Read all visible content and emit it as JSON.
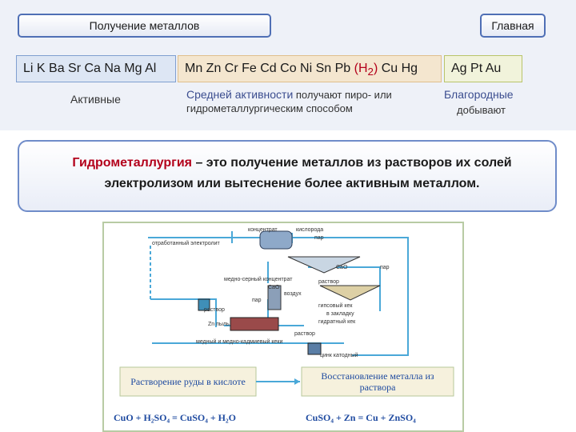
{
  "nav": {
    "title_label": "Получение металлов",
    "home_label": "Главная"
  },
  "groups": {
    "active": {
      "metals": "Li K Ba Sr Ca Na Mg Al",
      "label": "Активные"
    },
    "mid": {
      "metals_a": "Mn Zn Cr Fe Cd Co Ni Sn Pb ",
      "h2": "(H",
      "h2_sub": "2",
      "h2_close": ")",
      "metals_b": " Cu Hg",
      "label_head": "Средней активности",
      "label_tail": " получают пиро- или",
      "label_line2": "гидрометаллургическим способом"
    },
    "noble": {
      "metals": "Ag Pt Au",
      "label_line1": "Благородные",
      "label_line2": "добывают"
    }
  },
  "definition": {
    "term": "Гидрометаллургия",
    "line1": " – это получение металлов из растворов их солей",
    "line2": "электролизом  или вытеснение более активным металлом."
  },
  "diagram": {
    "labels": {
      "concentrate": "концентрат",
      "acid": "кислорода",
      "steam": "пар",
      "spent_electrolyte": "отработанный электролит",
      "cuo": "CaO",
      "steam2": "пар",
      "copper_sulfur": "медно-серный концентрат",
      "cao": "CaO",
      "solution": "раствор",
      "air": "воздух",
      "gypsum": "гипсовый кек",
      "backfill": "в закладку",
      "hydrate": "гидратный кек",
      "steam3": "пар",
      "solution2": "раствор",
      "zn_dust": "Zn пыль",
      "solution3": "раствор",
      "copper_cakes": "медный и медно-кадмиевый кеки",
      "zinc_cathode": "цинк катодный"
    },
    "box_left": "Растворение руды в кислоте",
    "box_right_1": "Восстановление металла из",
    "box_right_2": "раствора",
    "eq_left": "CuO + H₂SO₄ = CuSO₄ + H₂O",
    "eq_right": "CuSO₄ + Zn = Cu + ZnSO₄",
    "colors": {
      "pipe": "#4aa8d8",
      "frame": "#b8cba4",
      "equation": "#1e4aa0"
    }
  }
}
